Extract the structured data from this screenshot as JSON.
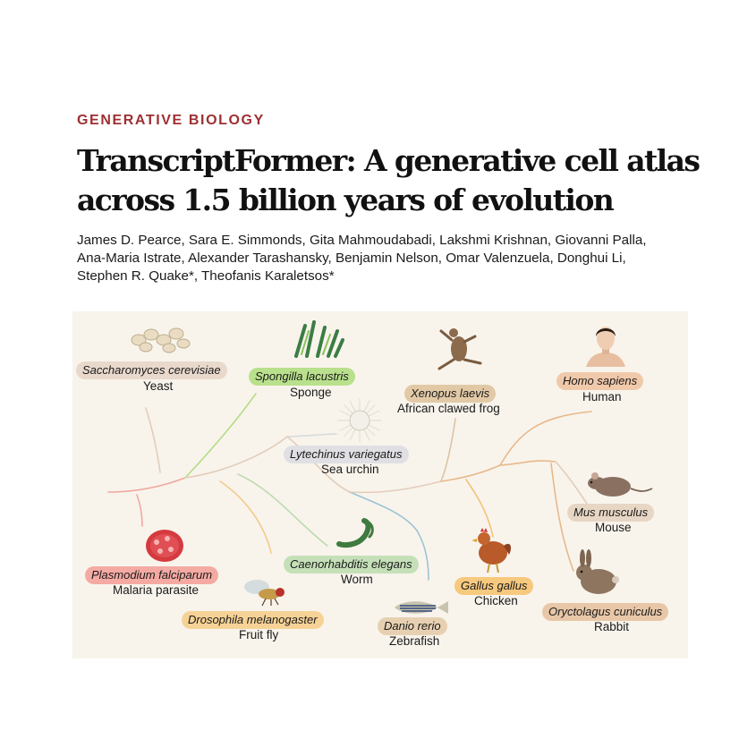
{
  "section_label": "GENERATIVE BIOLOGY",
  "title_line1": "TranscriptFormer: A generative cell atlas",
  "title_line2": "across 1.5 billion years of evolution",
  "authors": {
    "line1": "James D. Pearce, Sara E. Simmonds, Gita Mahmoudabadi, Lakshmi Krishnan, Giovanni Palla,",
    "line2": "Ana-Maria Istrate, Alexander Tarashansky, Benjamin Nelson, Omar Valenzuela, Donghui Li,",
    "line3": "Stephen R. Quake*, Theofanis Karaletsos*"
  },
  "species": [
    {
      "id": "yeast",
      "scientific": "Saccharomyces cerevisiae",
      "common": "Yeast",
      "color": "#e9d9cd",
      "icon": "yeast-cells-icon"
    },
    {
      "id": "sponge",
      "scientific": "Spongilla lacustris",
      "common": "Sponge",
      "color": "#b9e08c",
      "icon": "sponge-icon"
    },
    {
      "id": "frog",
      "scientific": "Xenopus laevis",
      "common": "African clawed frog",
      "color": "#e2c9a6",
      "icon": "frog-icon"
    },
    {
      "id": "human",
      "scientific": "Homo sapiens",
      "common": "Human",
      "color": "#f0c9ab",
      "icon": "human-icon"
    },
    {
      "id": "urchin",
      "scientific": "Lytechinus variegatus",
      "common": "Sea urchin",
      "color": "#e0e0e4",
      "icon": "sea-urchin-icon"
    },
    {
      "id": "mouse",
      "scientific": "Mus musculus",
      "common": "Mouse",
      "color": "#e7d6c4",
      "icon": "mouse-icon"
    },
    {
      "id": "malaria",
      "scientific": "Plasmodium falciparum",
      "common": "Malaria parasite",
      "color": "#f4aaa3",
      "icon": "malaria-parasite-icon"
    },
    {
      "id": "worm",
      "scientific": "Caenorhabditis elegans",
      "common": "Worm",
      "color": "#c5e0b8",
      "icon": "worm-icon"
    },
    {
      "id": "chicken",
      "scientific": "Gallus gallus",
      "common": "Chicken",
      "color": "#f7c97e",
      "icon": "chicken-icon"
    },
    {
      "id": "rabbit",
      "scientific": "Oryctolagus cuniculus",
      "common": "Rabbit",
      "color": "#e8c7a8",
      "icon": "rabbit-icon"
    },
    {
      "id": "fly",
      "scientific": "Drosophila melanogaster",
      "common": "Fruit fly",
      "color": "#f7d296",
      "icon": "fruit-fly-icon"
    },
    {
      "id": "zebrafish",
      "scientific": "Danio rerio",
      "common": "Zebrafish",
      "color": "#e7d0b1",
      "icon": "zebrafish-icon"
    }
  ]
}
